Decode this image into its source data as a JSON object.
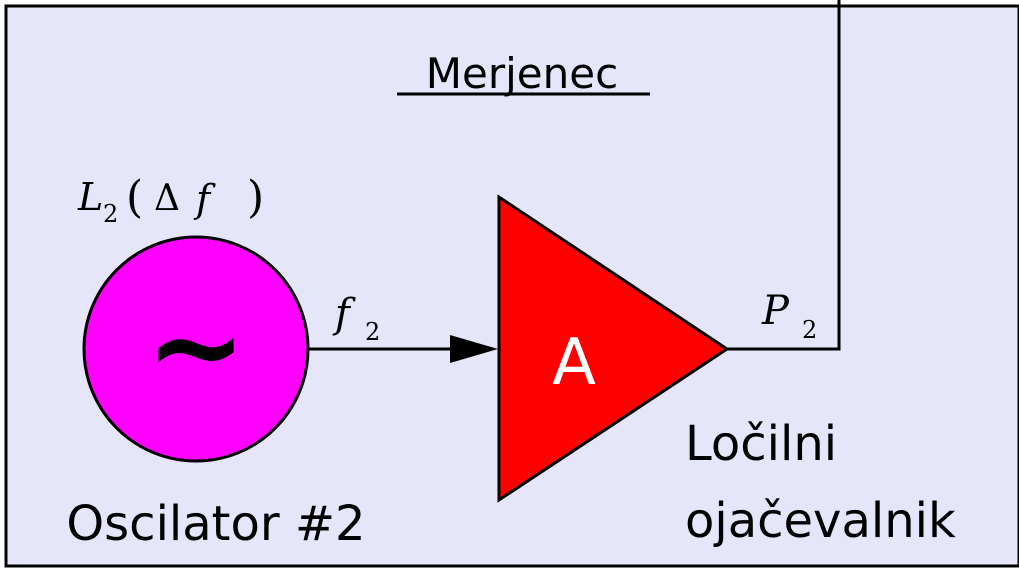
{
  "diagram": {
    "box_title": "Merjenec",
    "oscillator": {
      "symbol": "~",
      "label": "Oscilator #2",
      "noise_label": {
        "L": "L",
        "sub": "2",
        "open": "(",
        "delta": "Δ",
        "f": "f",
        "close": ")"
      },
      "fill_color": "#ff00ff"
    },
    "signal": {
      "name": "f",
      "sub": "2"
    },
    "amplifier": {
      "letter": "A",
      "label_line1": "Ločilni",
      "label_line2": "ojačevalnik",
      "fill_color": "#ff0000"
    },
    "output": {
      "name": "P",
      "sub": "2"
    },
    "colors": {
      "background": "#e6e6fa",
      "line": "#000000"
    }
  }
}
